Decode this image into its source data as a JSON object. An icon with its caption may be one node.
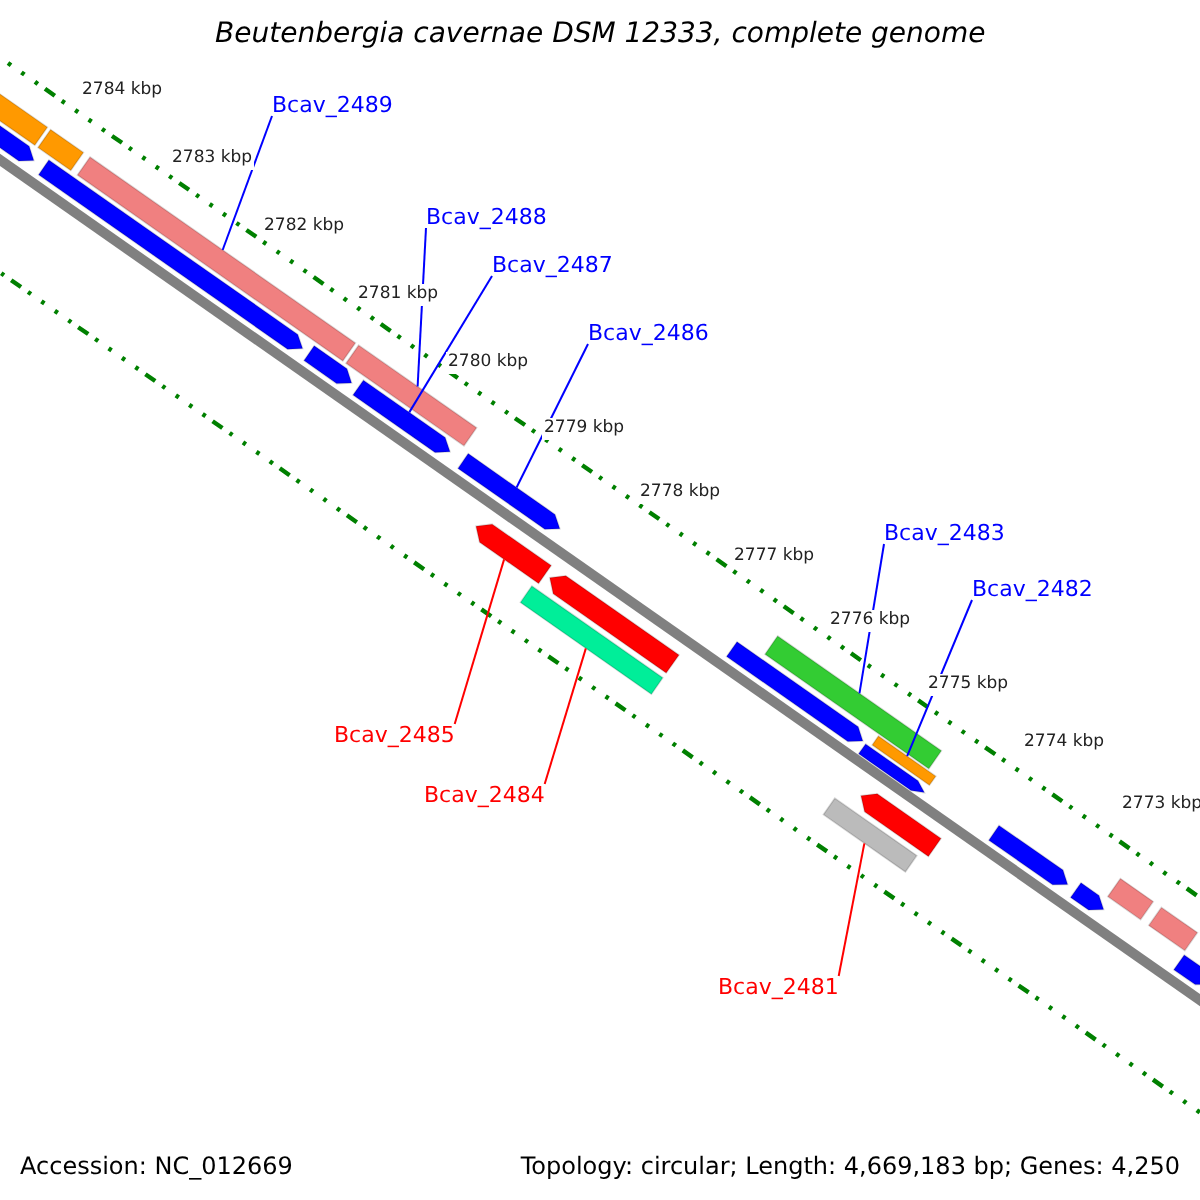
{
  "diagram": {
    "title": "Beutenbergia cavernae DSM 12333, complete genome",
    "nodes": [
      {
        "text": [
          "Bcav_2489"
        ]
      },
      {
        "text": [
          "Bcav_2488"
        ]
      },
      {
        "text": [
          "Bcav_2487"
        ]
      },
      {
        "text": [
          "Bcav_2486"
        ]
      },
      {
        "text": [
          "Bcav_2483"
        ]
      },
      {
        "text": [
          "Bcav_2482"
        ]
      },
      {
        "text": [
          "Bcav_2485"
        ]
      },
      {
        "text": [
          "Bcav_2484"
        ]
      },
      {
        "text": [
          "Bcav_2481"
        ]
      },
      {
        "text": [],
        "shape": "bar"
      },
      {
        "text": [],
        "shape": "arrow"
      },
      {
        "text": [],
        "shape": "bar"
      },
      {
        "text": [],
        "shape": "arrow"
      },
      {
        "text": [],
        "shape": "bar"
      },
      {
        "text": [],
        "shape": "arrow"
      },
      {
        "text": [],
        "shape": "bar"
      },
      {
        "text": [],
        "shape": "arrow"
      },
      {
        "text": [],
        "shape": "arrow"
      },
      {
        "text": [],
        "shape": "arrow"
      },
      {
        "text": [],
        "shape": "bar"
      },
      {
        "text": [],
        "shape": "arrow"
      },
      {
        "text": [],
        "shape": "arrow"
      },
      {
        "text": [],
        "shape": "bar"
      },
      {
        "text": [],
        "shape": "arrow"
      },
      {
        "text": [],
        "shape": "bar"
      },
      {
        "text": [],
        "shape": "bar"
      },
      {
        "text": [],
        "shape": "arrow"
      },
      {
        "text": [],
        "shape": "arrow"
      },
      {
        "text": [],
        "shape": "arrow"
      },
      {
        "text": [],
        "shape": "bar"
      },
      {
        "text": [],
        "shape": "bar"
      },
      {
        "text": [],
        "shape": "arrow"
      }
    ],
    "edges": [
      {
        "from": 0,
        "to": 13,
        "arrow": "none"
      },
      {
        "from": 1,
        "to": 15,
        "arrow": "none"
      },
      {
        "from": 2,
        "to": 16,
        "arrow": "none"
      },
      {
        "from": 3,
        "to": 17,
        "arrow": "none"
      },
      {
        "from": 4,
        "to": 22,
        "arrow": "none"
      },
      {
        "from": 5,
        "to": 24,
        "arrow": "none"
      },
      {
        "from": 6,
        "to": 18,
        "arrow": "none",
        "color": "#ff0000"
      },
      {
        "from": 7,
        "to": 19,
        "arrow": "none",
        "color": "#ff0000"
      },
      {
        "from": 8,
        "to": 25,
        "arrow": "none",
        "color": "#ff0000"
      }
    ],
    "labels": [
      "2784 kbp",
      "2783 kbp",
      "2782 kbp",
      "2781 kbp",
      "2780 kbp",
      "2779 kbp",
      "2778 kbp",
      "2777 kbp",
      "2776 kbp",
      "2775 kbp",
      "2774 kbp",
      "2773 kbp",
      "Accession: NC_012669",
      "Topology: circular; Length: 4,669,183 bp; Genes: 4,250"
    ]
  }
}
